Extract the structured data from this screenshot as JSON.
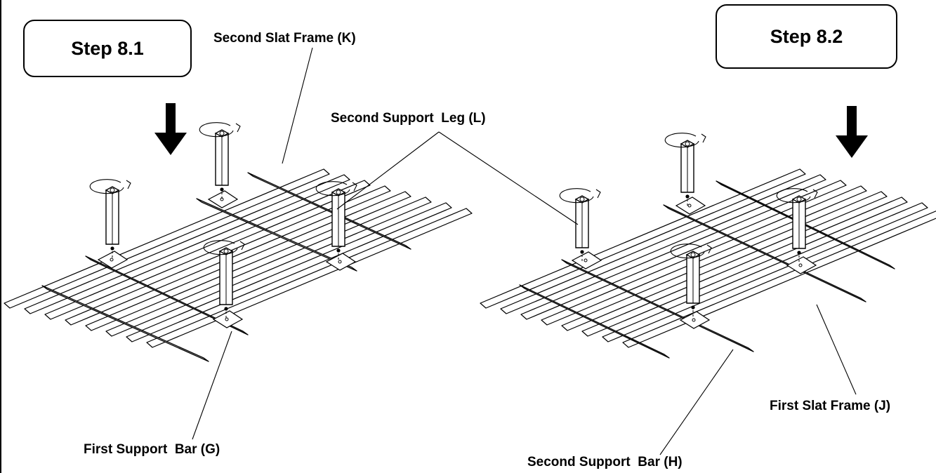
{
  "steps": {
    "left": "Step 8.1",
    "right": "Step 8.2"
  },
  "labels": {
    "second_slat_frame": "Second Slat Frame (K)",
    "second_support_leg": "Second Support  Leg (L)",
    "first_support_bar": "First Support  Bar (G)",
    "first_slat_frame": "First Slat Frame (J)",
    "second_support_bar": "Second Support  Bar (H)"
  },
  "colors": {
    "line": "#000000",
    "background": "#ffffff"
  }
}
